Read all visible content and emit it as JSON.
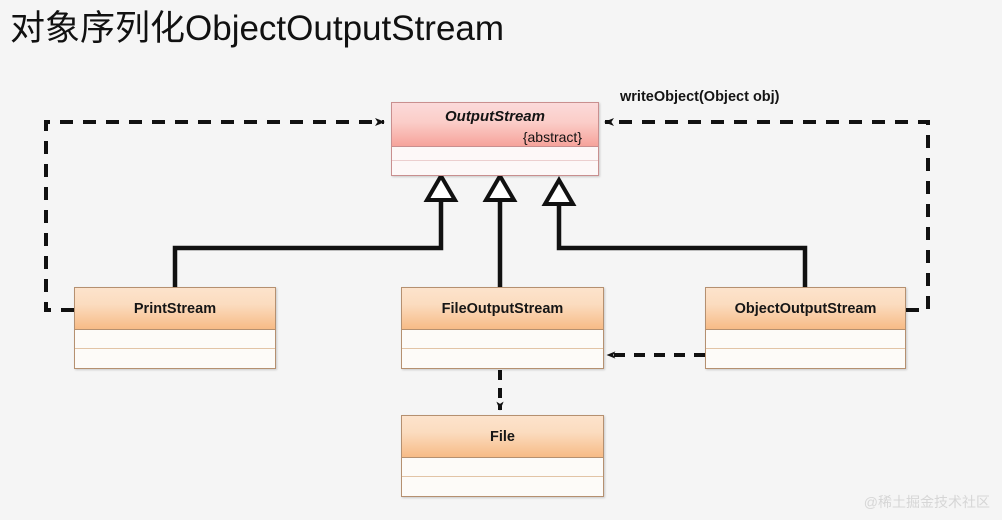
{
  "page": {
    "title": "对象序列化ObjectOutputStream",
    "background_color": "#f5f5f5",
    "watermark": "@稀土掘金技术社区"
  },
  "diagram": {
    "type": "uml-class-diagram",
    "colors": {
      "abstract_header_top": "#fbdada",
      "abstract_header_bottom": "#f6a39b",
      "abstract_border": "#c98f8f",
      "class_header_top": "#fce3cc",
      "class_header_bottom": "#f7bb86",
      "class_border": "#b59070",
      "connector": "#111111"
    },
    "classes": [
      {
        "id": "output-stream",
        "name": "OutputStream",
        "stereotype": "{abstract}",
        "is_abstract": true,
        "attributes": [],
        "operations": []
      },
      {
        "id": "print-stream",
        "name": "PrintStream",
        "stereotype": "",
        "is_abstract": false,
        "attributes": [],
        "operations": []
      },
      {
        "id": "file-output-stream",
        "name": "FileOutputStream",
        "stereotype": "",
        "is_abstract": false,
        "attributes": [],
        "operations": []
      },
      {
        "id": "object-output-stream",
        "name": "ObjectOutputStream",
        "stereotype": "",
        "is_abstract": false,
        "attributes": [],
        "operations": []
      },
      {
        "id": "file",
        "name": "File",
        "stereotype": "",
        "is_abstract": false,
        "attributes": [],
        "operations": []
      }
    ],
    "relationships": [
      {
        "id": "gen-print",
        "from": "print-stream",
        "to": "output-stream",
        "kind": "generalization",
        "style": "solid",
        "arrowhead": "hollow-triangle",
        "label": ""
      },
      {
        "id": "gen-file",
        "from": "file-output-stream",
        "to": "output-stream",
        "kind": "generalization",
        "style": "solid",
        "arrowhead": "hollow-triangle",
        "label": ""
      },
      {
        "id": "gen-object",
        "from": "object-output-stream",
        "to": "output-stream",
        "kind": "generalization",
        "style": "solid",
        "arrowhead": "hollow-triangle",
        "label": ""
      },
      {
        "id": "dep-print",
        "from": "print-stream",
        "to": "output-stream",
        "kind": "dependency",
        "style": "dashed",
        "arrowhead": "open-arrow",
        "label": ""
      },
      {
        "id": "dep-object",
        "from": "object-output-stream",
        "to": "output-stream",
        "kind": "dependency",
        "style": "dashed",
        "arrowhead": "open-arrow",
        "label": "writeObject(Object obj)"
      },
      {
        "id": "dep-oos-fos",
        "from": "object-output-stream",
        "to": "file-output-stream",
        "kind": "dependency",
        "style": "dashed",
        "arrowhead": "open-arrow",
        "label": ""
      },
      {
        "id": "dep-fos-file",
        "from": "file-output-stream",
        "to": "file",
        "kind": "dependency",
        "style": "dashed",
        "arrowhead": "open-arrow",
        "label": ""
      }
    ],
    "edge_labels": {
      "write_object": "writeObject(Object obj)"
    }
  }
}
